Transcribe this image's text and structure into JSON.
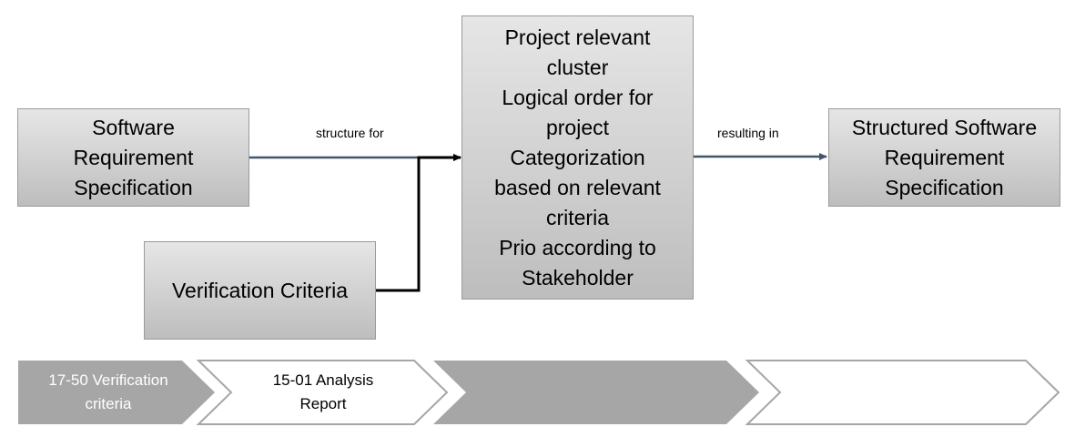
{
  "boxes": {
    "srs": "Software\nRequirement\nSpecification",
    "verification": "Verification Criteria",
    "process": "Project relevant\ncluster\nLogical order for\nproject\nCategorization\nbased on relevant\ncriteria\nPrio according to\nStakeholder",
    "structured": "Structured Software\nRequirement\nSpecification"
  },
  "connectors": {
    "structure_for": "structure for",
    "resulting_in": "resulting in"
  },
  "process_bar": [
    {
      "label": "17-50 Verification\ncriteria",
      "filled": true
    },
    {
      "label": "15-01 Analysis\nReport",
      "filled": false
    },
    {
      "label": "",
      "filled": true
    },
    {
      "label": "",
      "filled": false
    }
  ],
  "colors": {
    "arrow_blue": "#44546a",
    "arrow_black": "#000000",
    "chevron_fill": "#a6a6a6",
    "chevron_outline": "#a6a6a6"
  }
}
